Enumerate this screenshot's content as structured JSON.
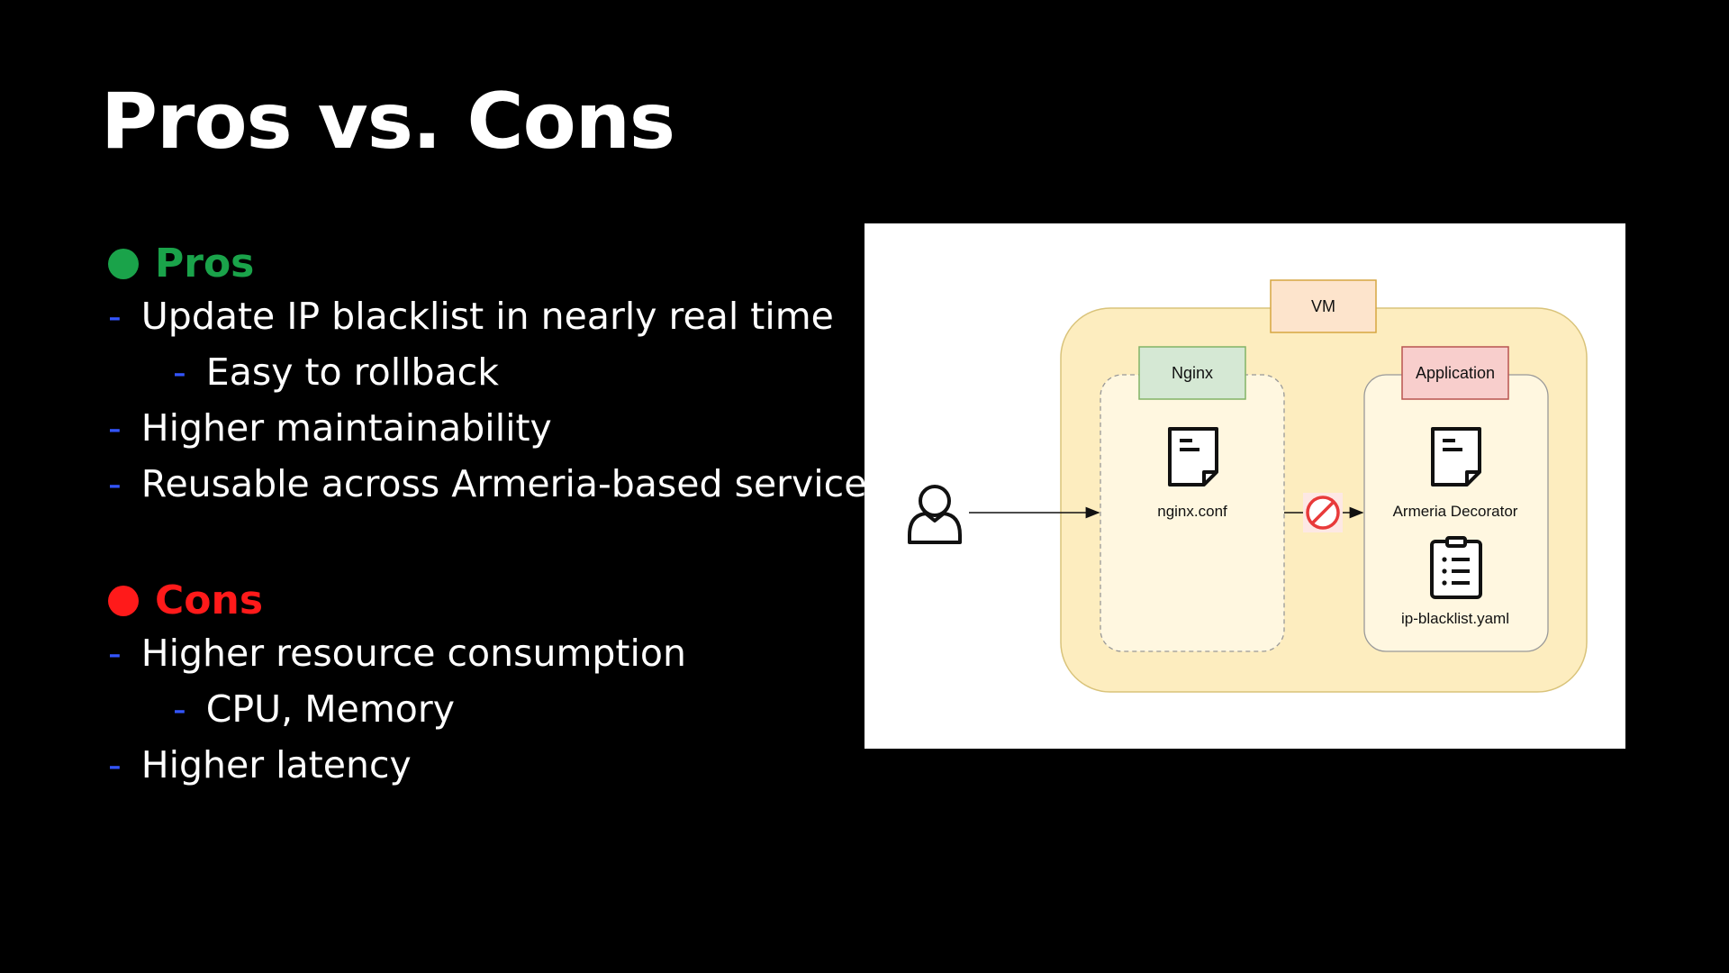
{
  "title": "Pros vs. Cons",
  "colors": {
    "pros": "#1aa34a",
    "cons": "#ff1a1a",
    "dash": "#3355ff",
    "vm_fill": "#fdedbf",
    "nginx_label": "#d5e8d4",
    "app_label": "#f8cecc"
  },
  "pros": {
    "heading": "Pros",
    "items": [
      {
        "level": 1,
        "text": "Update IP blacklist in nearly real time"
      },
      {
        "level": 2,
        "text": "Easy to rollback"
      },
      {
        "level": 1,
        "text": "Higher maintainability"
      },
      {
        "level": 1,
        "text": "Reusable across Armeria-based services"
      }
    ]
  },
  "cons": {
    "heading": "Cons",
    "items": [
      {
        "level": 1,
        "text": "Higher resource consumption"
      },
      {
        "level": 2,
        "text": "CPU, Memory"
      },
      {
        "level": 1,
        "text": "Higher latency"
      }
    ]
  },
  "bullet_dash": "-",
  "diagram": {
    "vm_label": "VM",
    "nginx_label": "Nginx",
    "nginx_file": "nginx.conf",
    "app_label": "Application",
    "app_file1": "Armeria Decorator",
    "app_file2": "ip-blacklist.yaml",
    "icons": [
      "user-icon",
      "document-icon",
      "blocked-icon",
      "clipboard-list-icon"
    ]
  }
}
